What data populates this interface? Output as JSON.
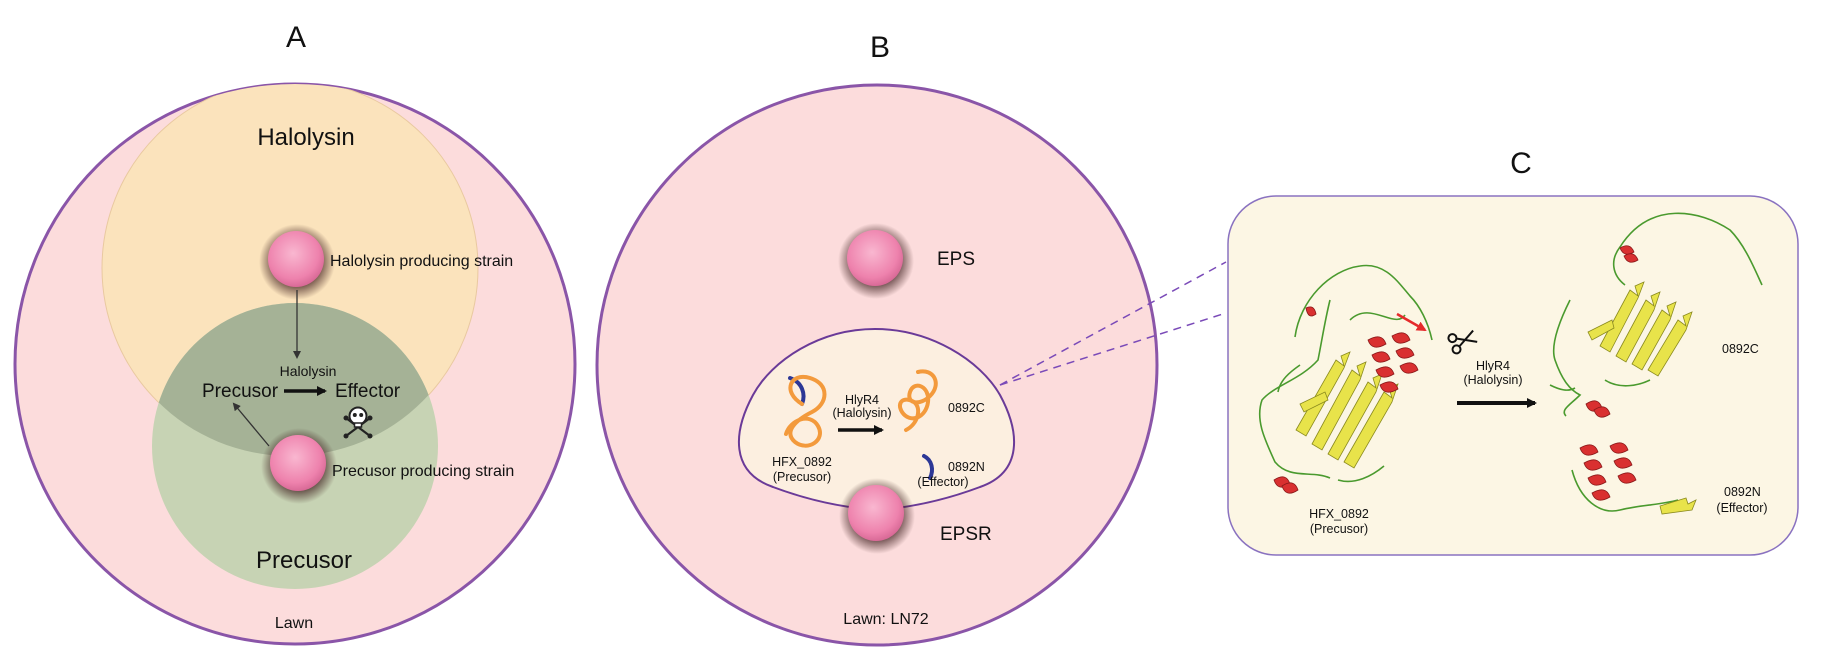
{
  "panel_a": {
    "letter": "A",
    "top_label": "Halolysin",
    "bottom_label": "Precusor",
    "producer_top_label": "Halolysin producing strain",
    "producer_bottom_label": "Precusor producing strain",
    "arrow_label": "Halolysin",
    "reaction_from": "Precusor",
    "reaction_to": "Effector",
    "lawn_label": "Lawn",
    "colors": {
      "lawn": "#fcdcdc",
      "outline": "#8a55a8",
      "halolysin_zone": "#fbe3bc",
      "precursor_zone": "#c7d3b4",
      "overlap": "#a5b296",
      "colony": "#f088b0"
    }
  },
  "panel_b": {
    "letter": "B",
    "eps_label": "EPS",
    "epsr_label": "EPSR",
    "lawn_label": "Lawn: LN72",
    "precursor_name": "HFX_0892",
    "precursor_role": "(Precusor)",
    "enzyme_name": "HlyR4",
    "enzyme_role": "(Halolysin)",
    "product_c": "0892C",
    "product_n": "0892N",
    "product_n_role": "(Effector)",
    "colors": {
      "protein": "#f39a3c",
      "fragment": "#2c3796",
      "zone": "#fcefe0"
    }
  },
  "panel_c": {
    "letter": "C",
    "precursor_name": "HFX_0892",
    "precursor_role": "(Precusor)",
    "enzyme_name": "HlyR4",
    "enzyme_role": "(Halolysin)",
    "product_c": "0892C",
    "product_n": "0892N",
    "product_n_role": "(Effector)",
    "scissors_icon": "scissors-icon",
    "colors": {
      "box": "#fcf6e4",
      "helix": "#d93030",
      "sheet": "#e8e34a",
      "loop": "#4a9a2e",
      "cut_arrow": "#e52b2b"
    }
  }
}
